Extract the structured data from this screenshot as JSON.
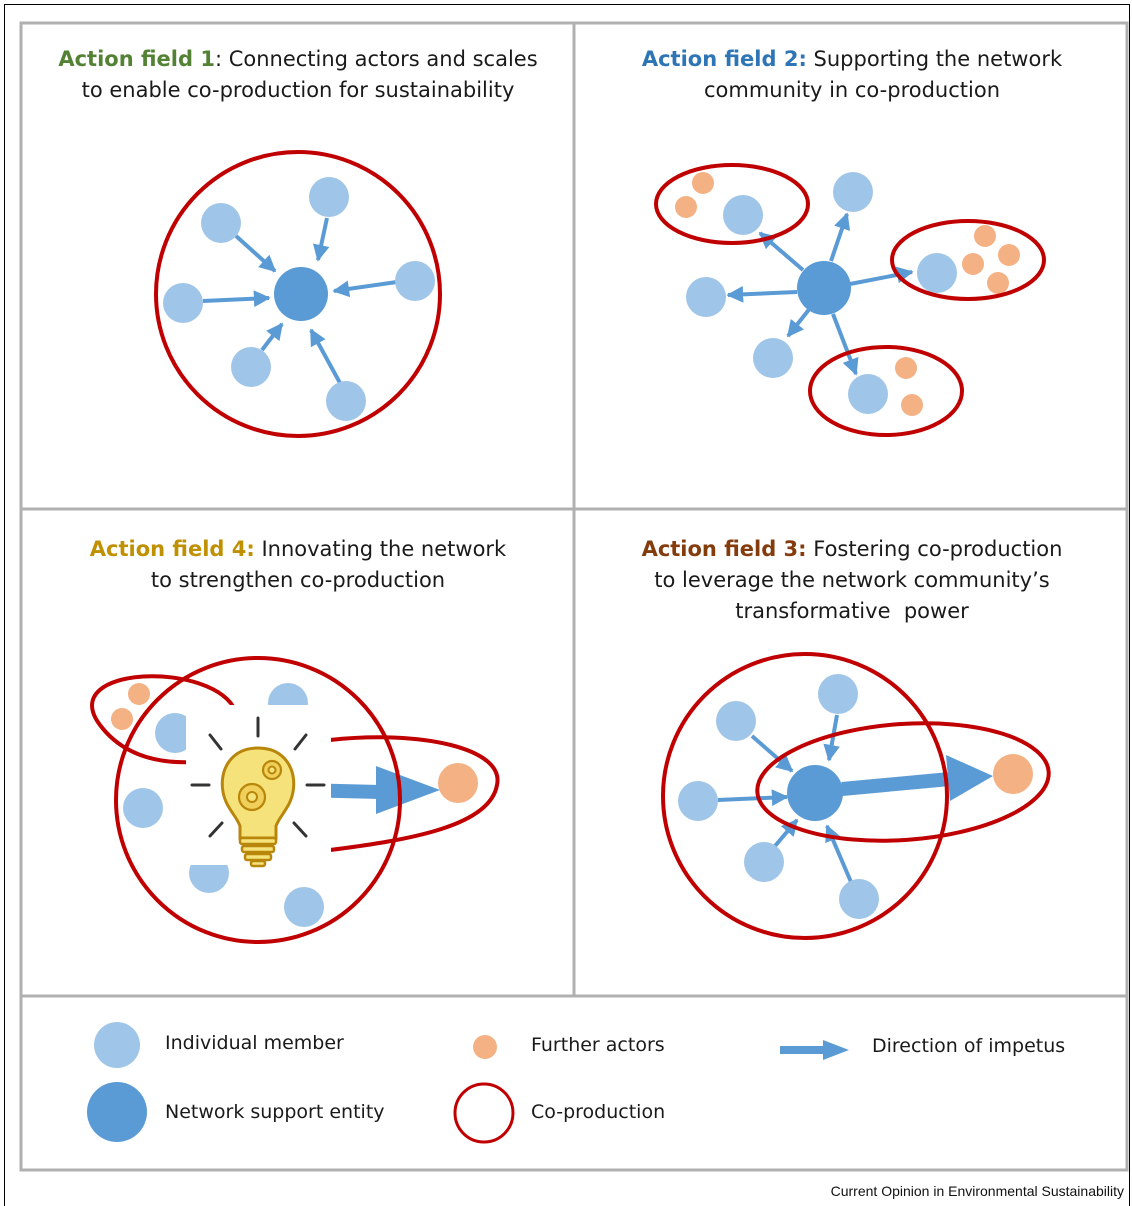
{
  "colors": {
    "member": "#9fc5e8",
    "support": "#5b9bd5",
    "actor": "#f4b183",
    "coproduction": "#c00000",
    "arrow": "#5b9bd5",
    "panel_border": "#b0b0b0",
    "field1": "#548235",
    "field2": "#2e75b6",
    "field3": "#843c0c",
    "field4": "#bf9000",
    "bulb": "#f6e27a",
    "bulb_outline": "#b8860b"
  },
  "panels": {
    "field1": {
      "highlight": "Action field 1",
      "text_line1": ": Connecting actors and scales",
      "text_line2": "to enable co-production for sustainability"
    },
    "field2": {
      "highlight": "Action field 2:",
      "text_line1": " Supporting the network",
      "text_line2": "community in co-production"
    },
    "field4": {
      "highlight": "Action field 4:",
      "text_line1": " Innovating the network",
      "text_line2": "to strengthen co-production"
    },
    "field3": {
      "highlight": "Action field 3:",
      "text_line1": " Fostering co-production",
      "text_line2": "to leverage the network community’s",
      "text_line3": "transformative  power"
    }
  },
  "legend": {
    "individual_member": "Individual member",
    "network_support_entity": "Network support entity",
    "further_actors": "Further actors",
    "coproduction": "Co-production",
    "direction_of_impetus": "Direction of impetus"
  },
  "icons": {
    "innovation": "lightbulb-gears-icon"
  },
  "credit": "Current Opinion in Environmental Sustainability"
}
